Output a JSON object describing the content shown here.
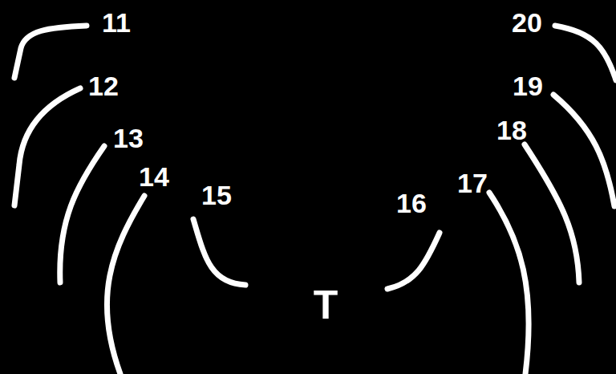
{
  "diagram": {
    "labels": [
      "11",
      "12",
      "13",
      "14",
      "15",
      "16",
      "17",
      "18",
      "19",
      "20",
      "T"
    ]
  }
}
